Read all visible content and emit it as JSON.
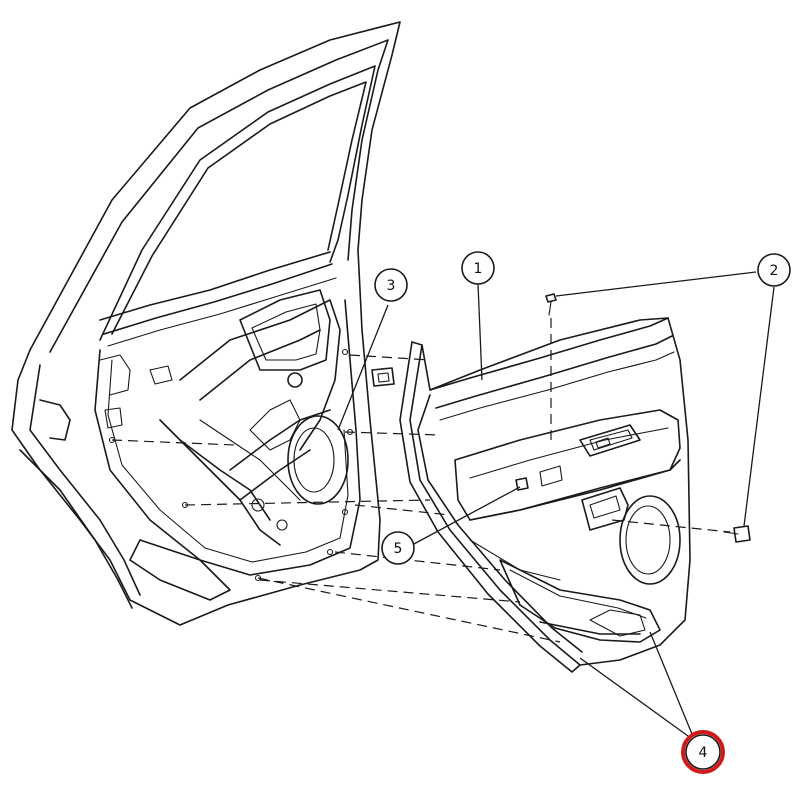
{
  "callouts": [
    {
      "id": "1",
      "label": "1",
      "highlighted": false
    },
    {
      "id": "2",
      "label": "2",
      "highlighted": false
    },
    {
      "id": "3",
      "label": "3",
      "highlighted": false
    },
    {
      "id": "4",
      "label": "4",
      "highlighted": true
    },
    {
      "id": "5",
      "label": "5",
      "highlighted": false
    }
  ],
  "colors": {
    "line": "#1a1a1a",
    "background": "#ffffff",
    "highlight": "#d01a1a"
  }
}
